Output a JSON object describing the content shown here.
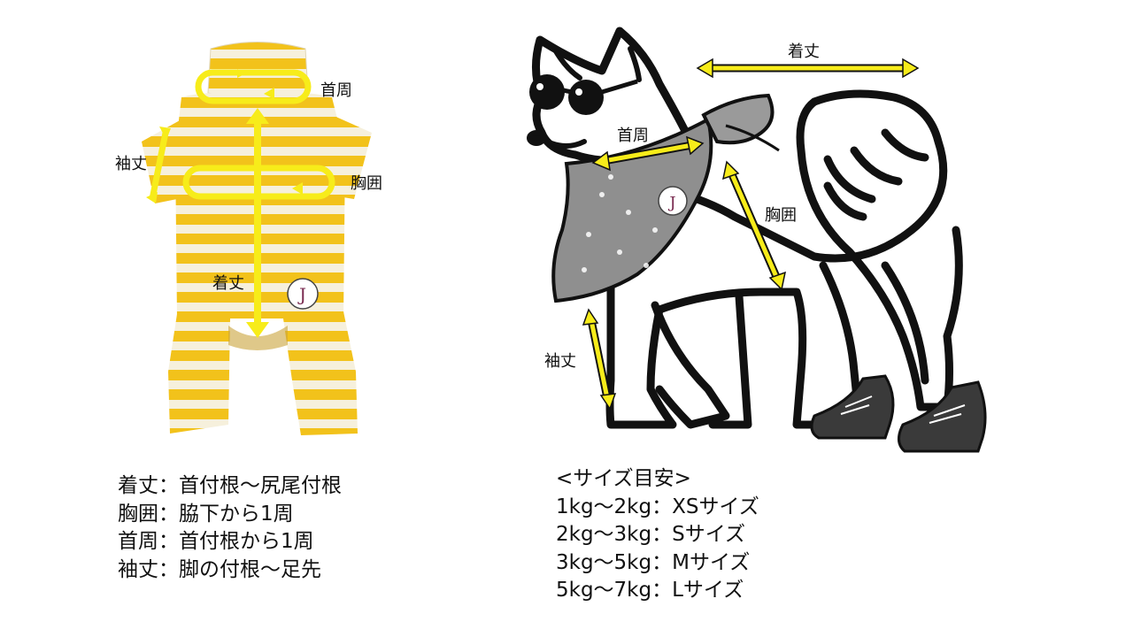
{
  "garment": {
    "labels": {
      "neck": "首周",
      "sleeve": "袖丈",
      "chest": "胸囲",
      "length": "着丈"
    },
    "colors": {
      "stripe": "#f2c21b",
      "base": "#f6f0dc",
      "arrow": "#f7ec1a"
    }
  },
  "dog": {
    "labels": {
      "length": "着丈",
      "neck": "首周",
      "chest": "胸囲",
      "sleeve": "袖丈"
    },
    "icons": [
      "dog-illustration",
      "sunglasses-icon",
      "bandana-icon",
      "sneaker-icon"
    ]
  },
  "legend": [
    {
      "term": "着丈",
      "sep": "：",
      "desc": "首付根～尻尾付根"
    },
    {
      "term": "胸囲",
      "sep": "：",
      "desc": "脇下から1周"
    },
    {
      "term": "首周",
      "sep": "：",
      "desc": "首付根から1周"
    },
    {
      "term": "袖丈",
      "sep": "：",
      "desc": "脚の付根～足先"
    }
  ],
  "size_guide": {
    "title": "<サイズ目安>",
    "rows": [
      {
        "weight": "1kg～2kg",
        "sep": "：",
        "size": "XSサイズ"
      },
      {
        "weight": "2kg～3kg",
        "sep": "：",
        "size": "Sサイズ"
      },
      {
        "weight": "3kg～5kg",
        "sep": "：",
        "size": "Mサイズ"
      },
      {
        "weight": "5kg～7kg",
        "sep": "：",
        "size": "Lサイズ"
      }
    ]
  }
}
